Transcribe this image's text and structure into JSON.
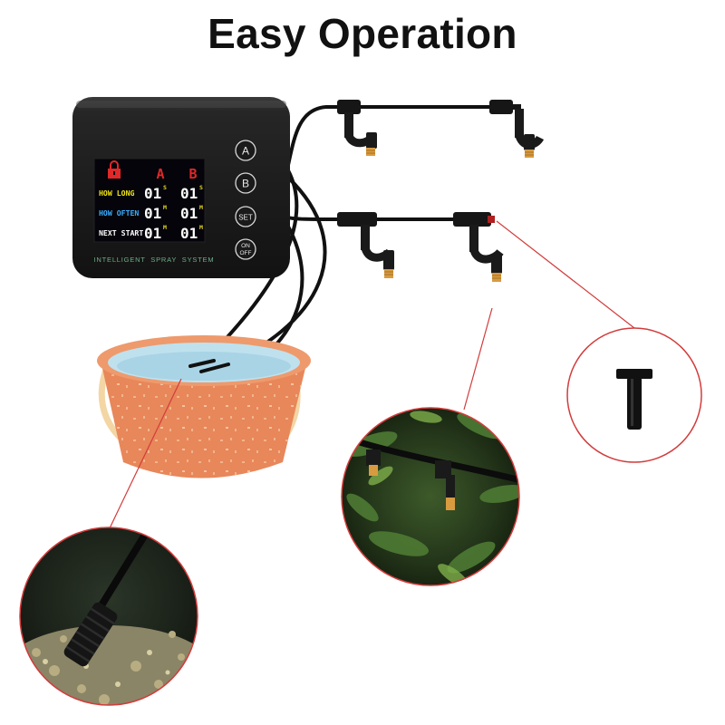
{
  "headline": "Easy Operation",
  "controller": {
    "buttons": [
      "A",
      "B",
      "SET",
      "ON",
      "OFF"
    ],
    "brand_text": "INTELLIGENT  SPRAY  SYSTEM",
    "display": {
      "lock_icon": "lock-icon",
      "channels": [
        "A",
        "B"
      ],
      "rows": [
        {
          "label": "HOW LONG",
          "a_value": "01",
          "a_unit": "S",
          "b_value": "01",
          "b_unit": "S"
        },
        {
          "label": "HOW OFTEN",
          "a_value": "01",
          "a_unit": "M",
          "b_value": "01",
          "b_unit": "M"
        },
        {
          "label": "NEXT START",
          "a_value": "01",
          "a_unit": "M",
          "b_value": "01",
          "b_unit": "M"
        }
      ]
    }
  },
  "colors": {
    "channel_label": "#e02828",
    "row_how_long": "#f2e615",
    "row_how_often": "#3db0ff",
    "row_next_start": "#ffffff",
    "unit": "#e6d820",
    "bucket": "#e8875a",
    "bucket_handle": "#f3d6a4",
    "callout_line": "#d23c3c"
  }
}
